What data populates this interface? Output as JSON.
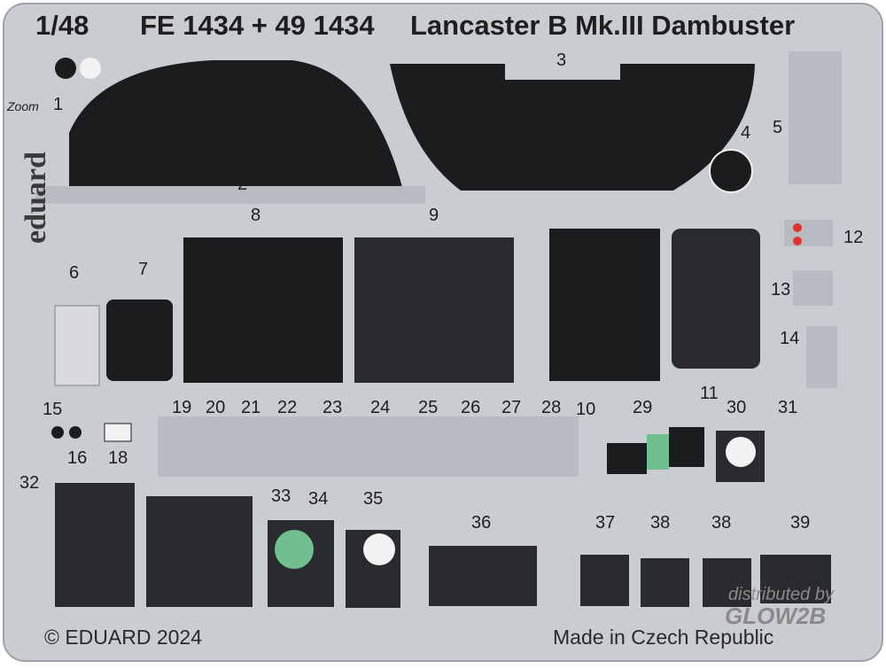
{
  "header": {
    "scale": "1/48",
    "code": "FE 1434 + 49 1434",
    "title": "Lancaster B Mk.III Dambuster"
  },
  "brand": {
    "name": "eduard",
    "logo_text": "Zoom"
  },
  "footer": {
    "copyright": "© EDUARD 2024",
    "origin": "Made in Czech Republic"
  },
  "distributor": {
    "line1": "distributed by",
    "line2": "GLOW2B"
  },
  "parts": [
    "1",
    "2",
    "3",
    "4",
    "5",
    "6",
    "7",
    "8",
    "9",
    "10",
    "11",
    "12",
    "13",
    "14",
    "15",
    "16",
    "18",
    "19",
    "20",
    "21",
    "22",
    "23",
    "24",
    "25",
    "26",
    "27",
    "28",
    "29",
    "30",
    "31",
    "32",
    "33",
    "34",
    "35",
    "36",
    "37",
    "38",
    "38",
    "39"
  ],
  "colors": {
    "fret": "#c9ccd1",
    "fret_edge": "#9ea2a8",
    "panel": "#1b1c1e",
    "panel_alt": "#2a2b2e",
    "instrument_face": "#f2f2f2",
    "accent_red": "#e0322f",
    "accent_yellow": "#f2d21b",
    "accent_blue": "#3b74c9",
    "accent_green": "#6fbf8f"
  }
}
